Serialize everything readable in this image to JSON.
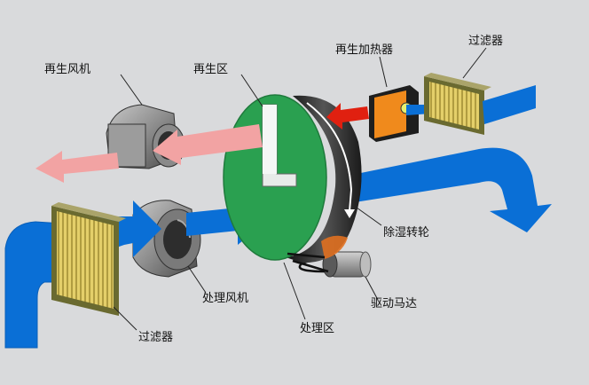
{
  "labels": {
    "regen_fan": "再生风机",
    "regen_zone": "再生区",
    "regen_heater": "再生加热器",
    "filter_top": "过滤器",
    "desiccant_wheel": "除湿转轮",
    "process_fan": "处理风机",
    "drive_motor": "驱动马达",
    "filter_bottom": "过滤器",
    "process_zone": "处理区"
  },
  "colors": {
    "background": "#d9dadc",
    "process_air": "#0a6fd6",
    "regen_exhaust_air": "#f2a3a3",
    "heated_air": "#e02010",
    "wheel_face": "#2aa050",
    "wheel_rim": "#2b2b2b",
    "heater_body": "#f08a1c",
    "filter_media": "#e4cf6a"
  }
}
